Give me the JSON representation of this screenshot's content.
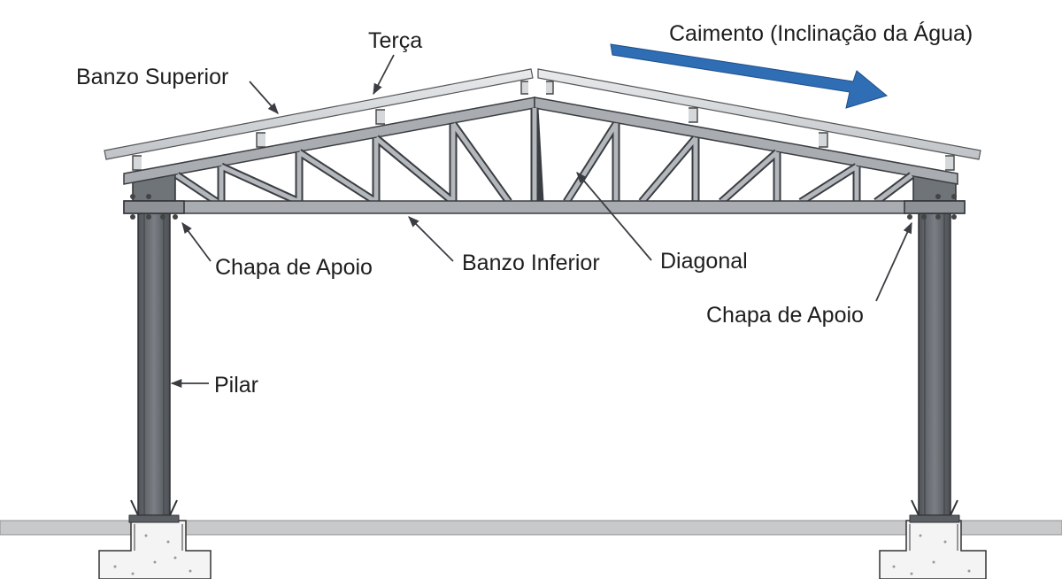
{
  "labels": {
    "terca": "Terça",
    "banzo_superior": "Banzo Superior",
    "caimento": "Caimento (Inclinação da Água)",
    "chapa_apoio_left": "Chapa de Apoio",
    "banzo_inferior": "Banzo Inferior",
    "diagonal": "Diagonal",
    "chapa_apoio_right": "Chapa de Apoio",
    "pilar": "Pilar"
  },
  "colors": {
    "steel": "#a9adb2",
    "steel_dark": "#4a4e53",
    "column": "#6b7076",
    "roof": "#d9dcdf",
    "arrow_blue": "#2f6db5",
    "ground": "#c7c9cb",
    "concrete": "#f4f4f4"
  }
}
